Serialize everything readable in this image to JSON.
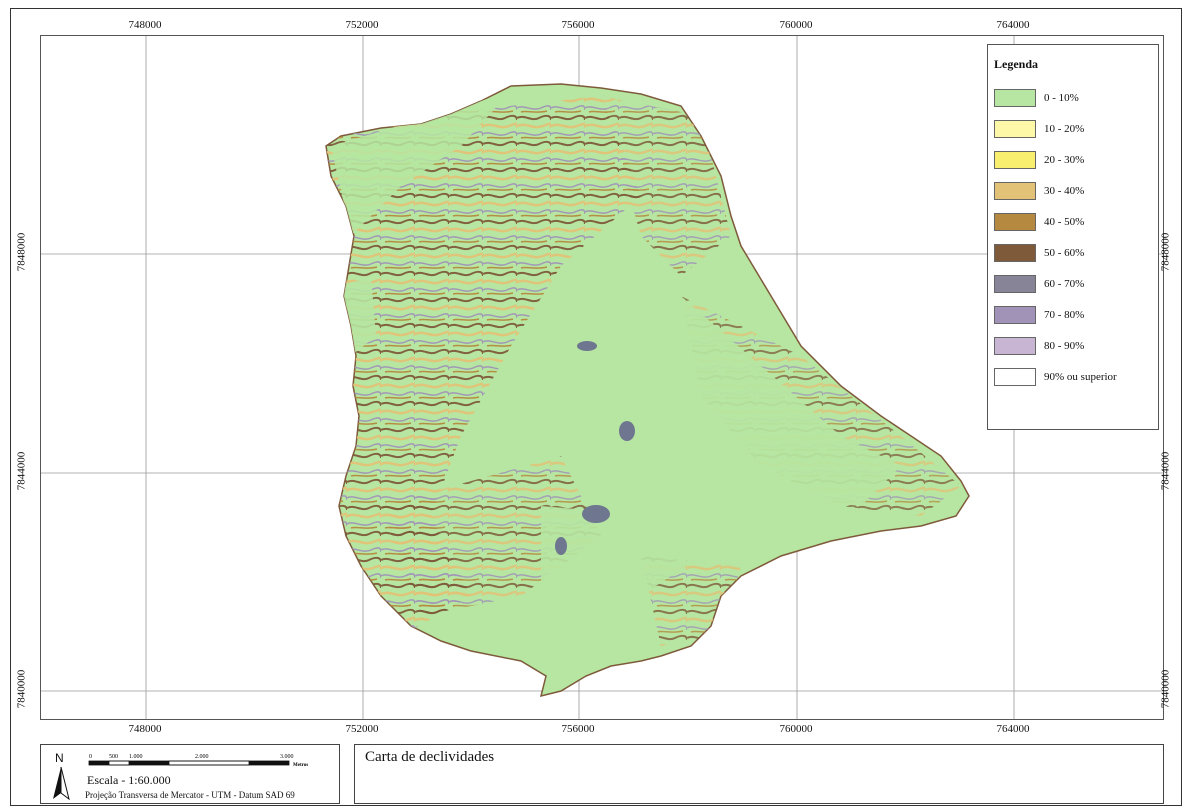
{
  "map": {
    "x_ticks": [
      "748000",
      "752000",
      "756000",
      "760000",
      "764000"
    ],
    "y_ticks": [
      "7848000",
      "7844000",
      "7840000"
    ]
  },
  "legend": {
    "title": "Legenda",
    "items": [
      {
        "label": "0 - 10%",
        "color": "#b6e6a1"
      },
      {
        "label": "10 - 20%",
        "color": "#fdf7a8"
      },
      {
        "label": "20 - 30%",
        "color": "#f8ef6e"
      },
      {
        "label": "30 - 40%",
        "color": "#e2c277"
      },
      {
        "label": "40 - 50%",
        "color": "#b5893f"
      },
      {
        "label": "50 - 60%",
        "color": "#7e5a3a"
      },
      {
        "label": "60 - 70%",
        "color": "#878497"
      },
      {
        "label": "70 - 80%",
        "color": "#a193b8"
      },
      {
        "label": "80 - 90%",
        "color": "#c8b4d3"
      },
      {
        "label": "90% ou superior",
        "color": "#ffffff"
      }
    ]
  },
  "scale": {
    "north": "N",
    "ticks": [
      "0",
      "500",
      "1.000",
      "2.000",
      "3.000"
    ],
    "unit": "Metros",
    "label": "Escala - 1:60.000",
    "projection": "Projeção Transversa de Mercator - UTM - Datum SAD 69"
  },
  "title": "Carta de declividades"
}
